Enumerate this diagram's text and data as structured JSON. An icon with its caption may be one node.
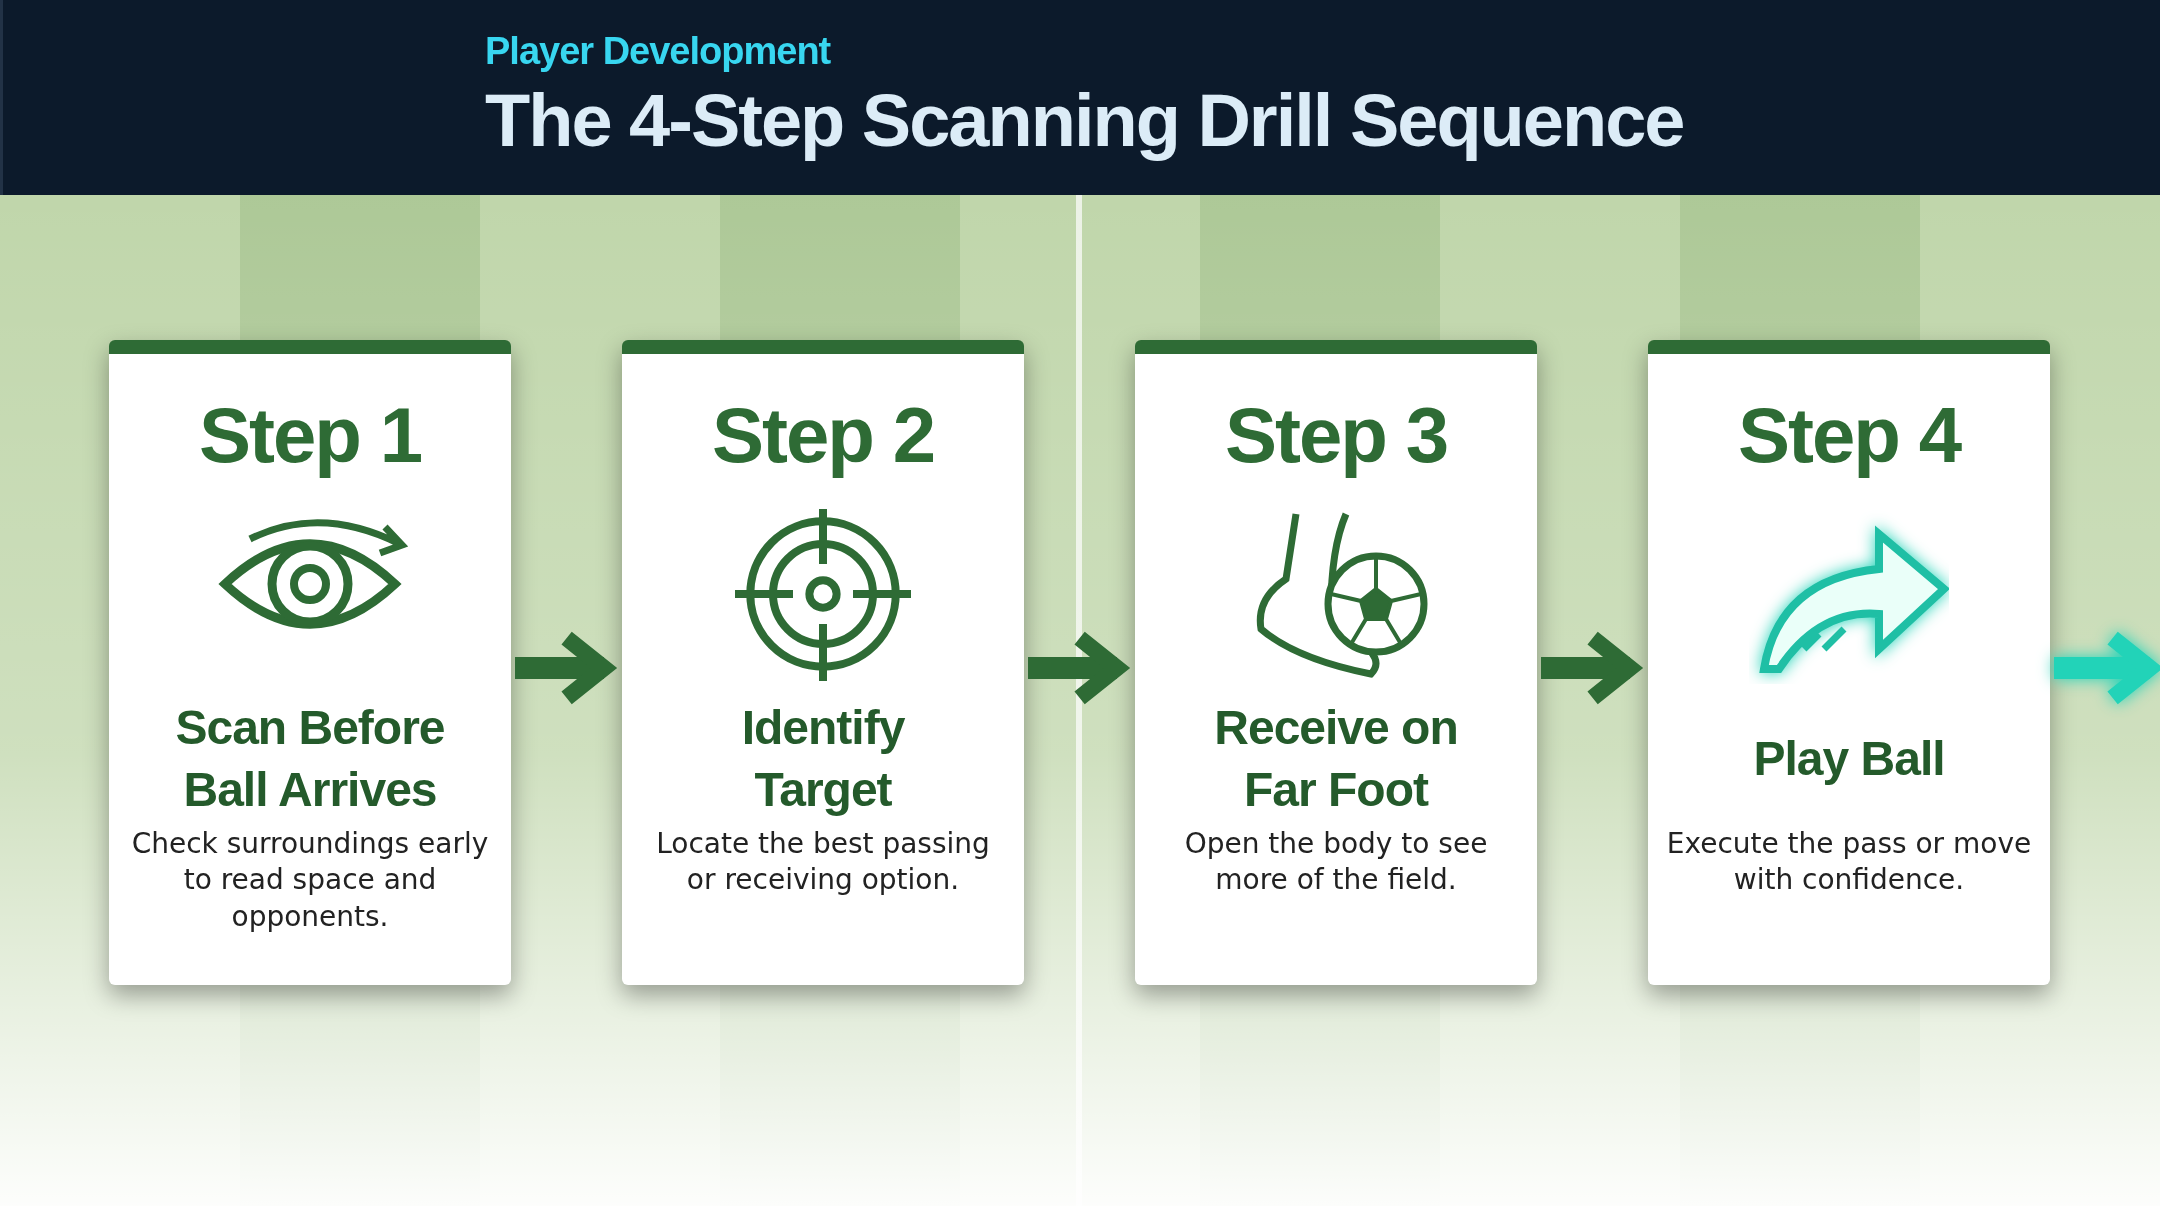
{
  "diagram": {
    "title": "The 4-Step Scanning Drill Sequence",
    "nodes": [
      {
        "text": [
          "Step 1",
          "Scan Before Ball Arrives",
          "Check surroundings early to read space and opponents."
        ]
      },
      {
        "text": [
          "Step 2",
          "Identify Target",
          "Locate the best passing or receiving option."
        ]
      },
      {
        "text": [
          "Step 3",
          "Receive on Far Foot",
          "Open the body to see more of the field."
        ]
      },
      {
        "text": [
          "Step 4",
          "Play Ball",
          "Execute the pass or move with confidence."
        ]
      }
    ],
    "edges": [
      {
        "from": 0,
        "to": 1,
        "arrow": "to"
      },
      {
        "from": 1,
        "to": 2,
        "arrow": "to"
      },
      {
        "from": 2,
        "to": 3,
        "arrow": "to"
      },
      {
        "from": 3,
        "to": null,
        "arrow": "to",
        "color": "#22d3b8"
      }
    ],
    "labels": [
      "Player Development"
    ]
  }
}
